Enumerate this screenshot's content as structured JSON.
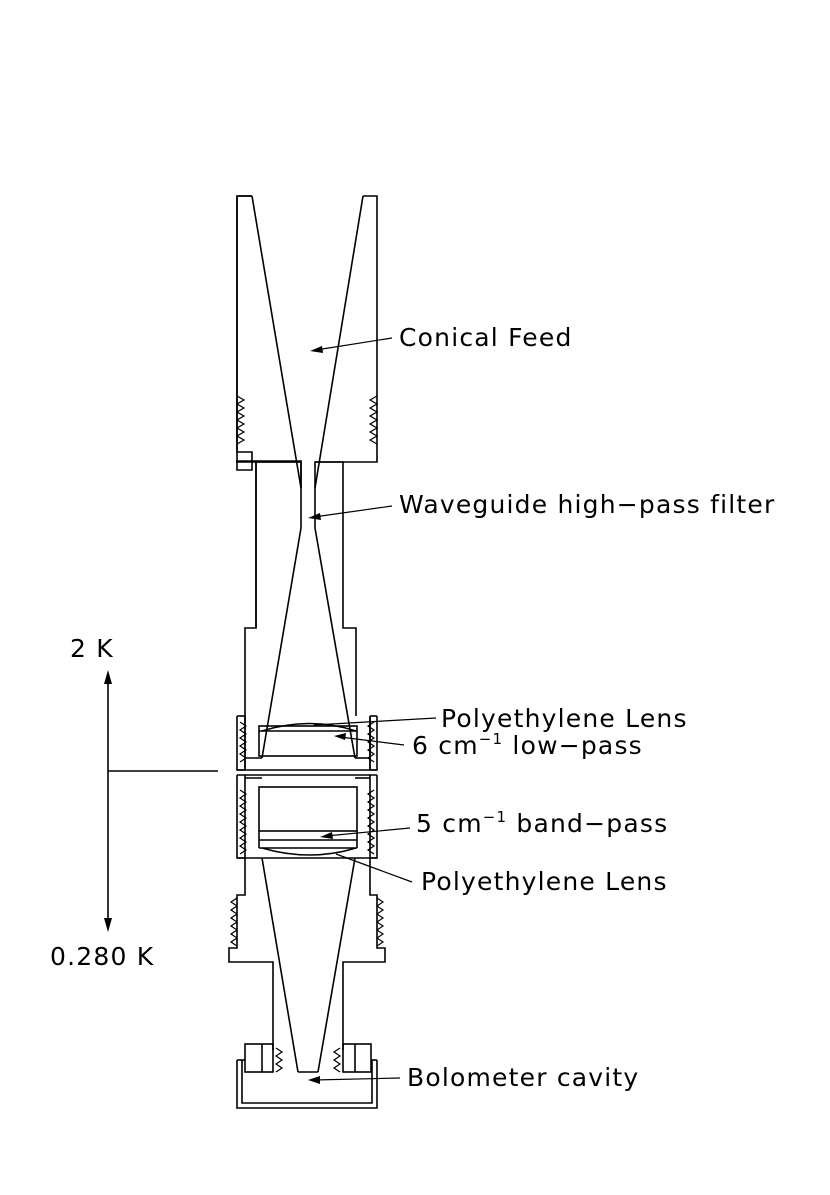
{
  "labels": {
    "conical_feed": "Conical Feed",
    "waveguide_filter": "Waveguide high−pass filter",
    "lens_top": "Polyethylene Lens",
    "lowpass_pre": "6 cm",
    "lowpass_sup": "−1",
    "lowpass_post": " low−pass",
    "bandpass_pre": "5 cm",
    "bandpass_sup": "−1",
    "bandpass_post": " band−pass",
    "lens_bottom": "Polyethylene Lens",
    "bolometer": "Bolometer cavity"
  },
  "temperature": {
    "top": "2 K",
    "bottom": "0.280 K"
  }
}
